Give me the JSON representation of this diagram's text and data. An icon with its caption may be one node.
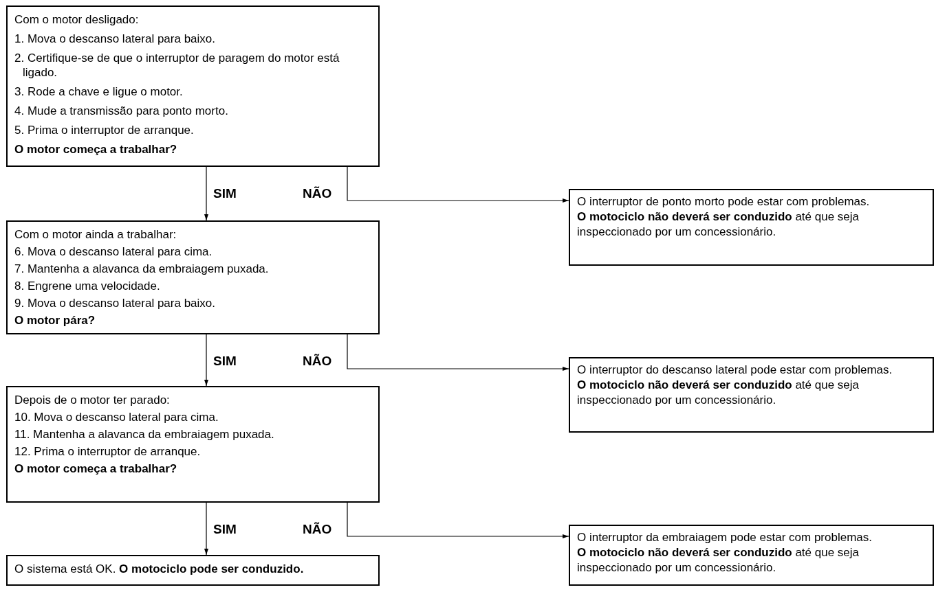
{
  "diagram": {
    "nodes": [
      {
        "text": [
          "Com o motor desligado:",
          "1. Mova o descanso lateral para baixo.",
          "2. Certifique-se de que o interruptor de paragem do motor está ligado.",
          "3. Rode a chave e ligue o motor.",
          "4. Mude a transmissão para ponto morto.",
          "5. Prima o interruptor de arranque.",
          "O motor começa a trabalhar?"
        ]
      },
      {
        "text": [
          "O interruptor de ponto morto pode estar com problemas.",
          "**O motociclo não deverá ser conduzido** até que seja inspeccionado por um concessionário."
        ]
      },
      {
        "text": [
          "Com o motor ainda a trabalhar:",
          "6. Mova o descanso lateral para cima.",
          "7. Mantenha a alavanca da embraiagem puxada.",
          "8. Engrene uma velocidade.",
          "9. Mova o descanso lateral para baixo.",
          "O motor pára?"
        ]
      },
      {
        "text": [
          "O interruptor do descanso lateral pode estar com problemas.",
          "**O motociclo não deverá ser conduzido** até que seja inspeccionado por um concessionário."
        ]
      },
      {
        "text": [
          "Depois de o motor ter parado:",
          "10. Mova o descanso lateral para cima.",
          "11. Mantenha a alavanca da embraiagem puxada.",
          "12. Prima o interruptor de arranque.",
          "O motor começa a trabalhar?"
        ]
      },
      {
        "text": [
          "O interruptor da embraiagem pode estar com problemas.",
          "**O motociclo não deverá ser conduzido** até que seja inspeccionado por um concessionário."
        ]
      },
      {
        "text": [
          "O sistema está OK. **O motociclo pode ser conduzido.**"
        ]
      }
    ],
    "edges": [
      {
        "from": 0,
        "to": 2,
        "arrow": "to",
        "label": "SIM"
      },
      {
        "from": 0,
        "to": 1,
        "arrow": "to",
        "label": "NÃO"
      },
      {
        "from": 2,
        "to": 4,
        "arrow": "to",
        "label": "SIM"
      },
      {
        "from": 2,
        "to": 3,
        "arrow": "to",
        "label": "NÃO"
      },
      {
        "from": 4,
        "to": 6,
        "arrow": "to",
        "label": "SIM"
      },
      {
        "from": 4,
        "to": 5,
        "arrow": "to",
        "label": "NÃO"
      }
    ]
  }
}
